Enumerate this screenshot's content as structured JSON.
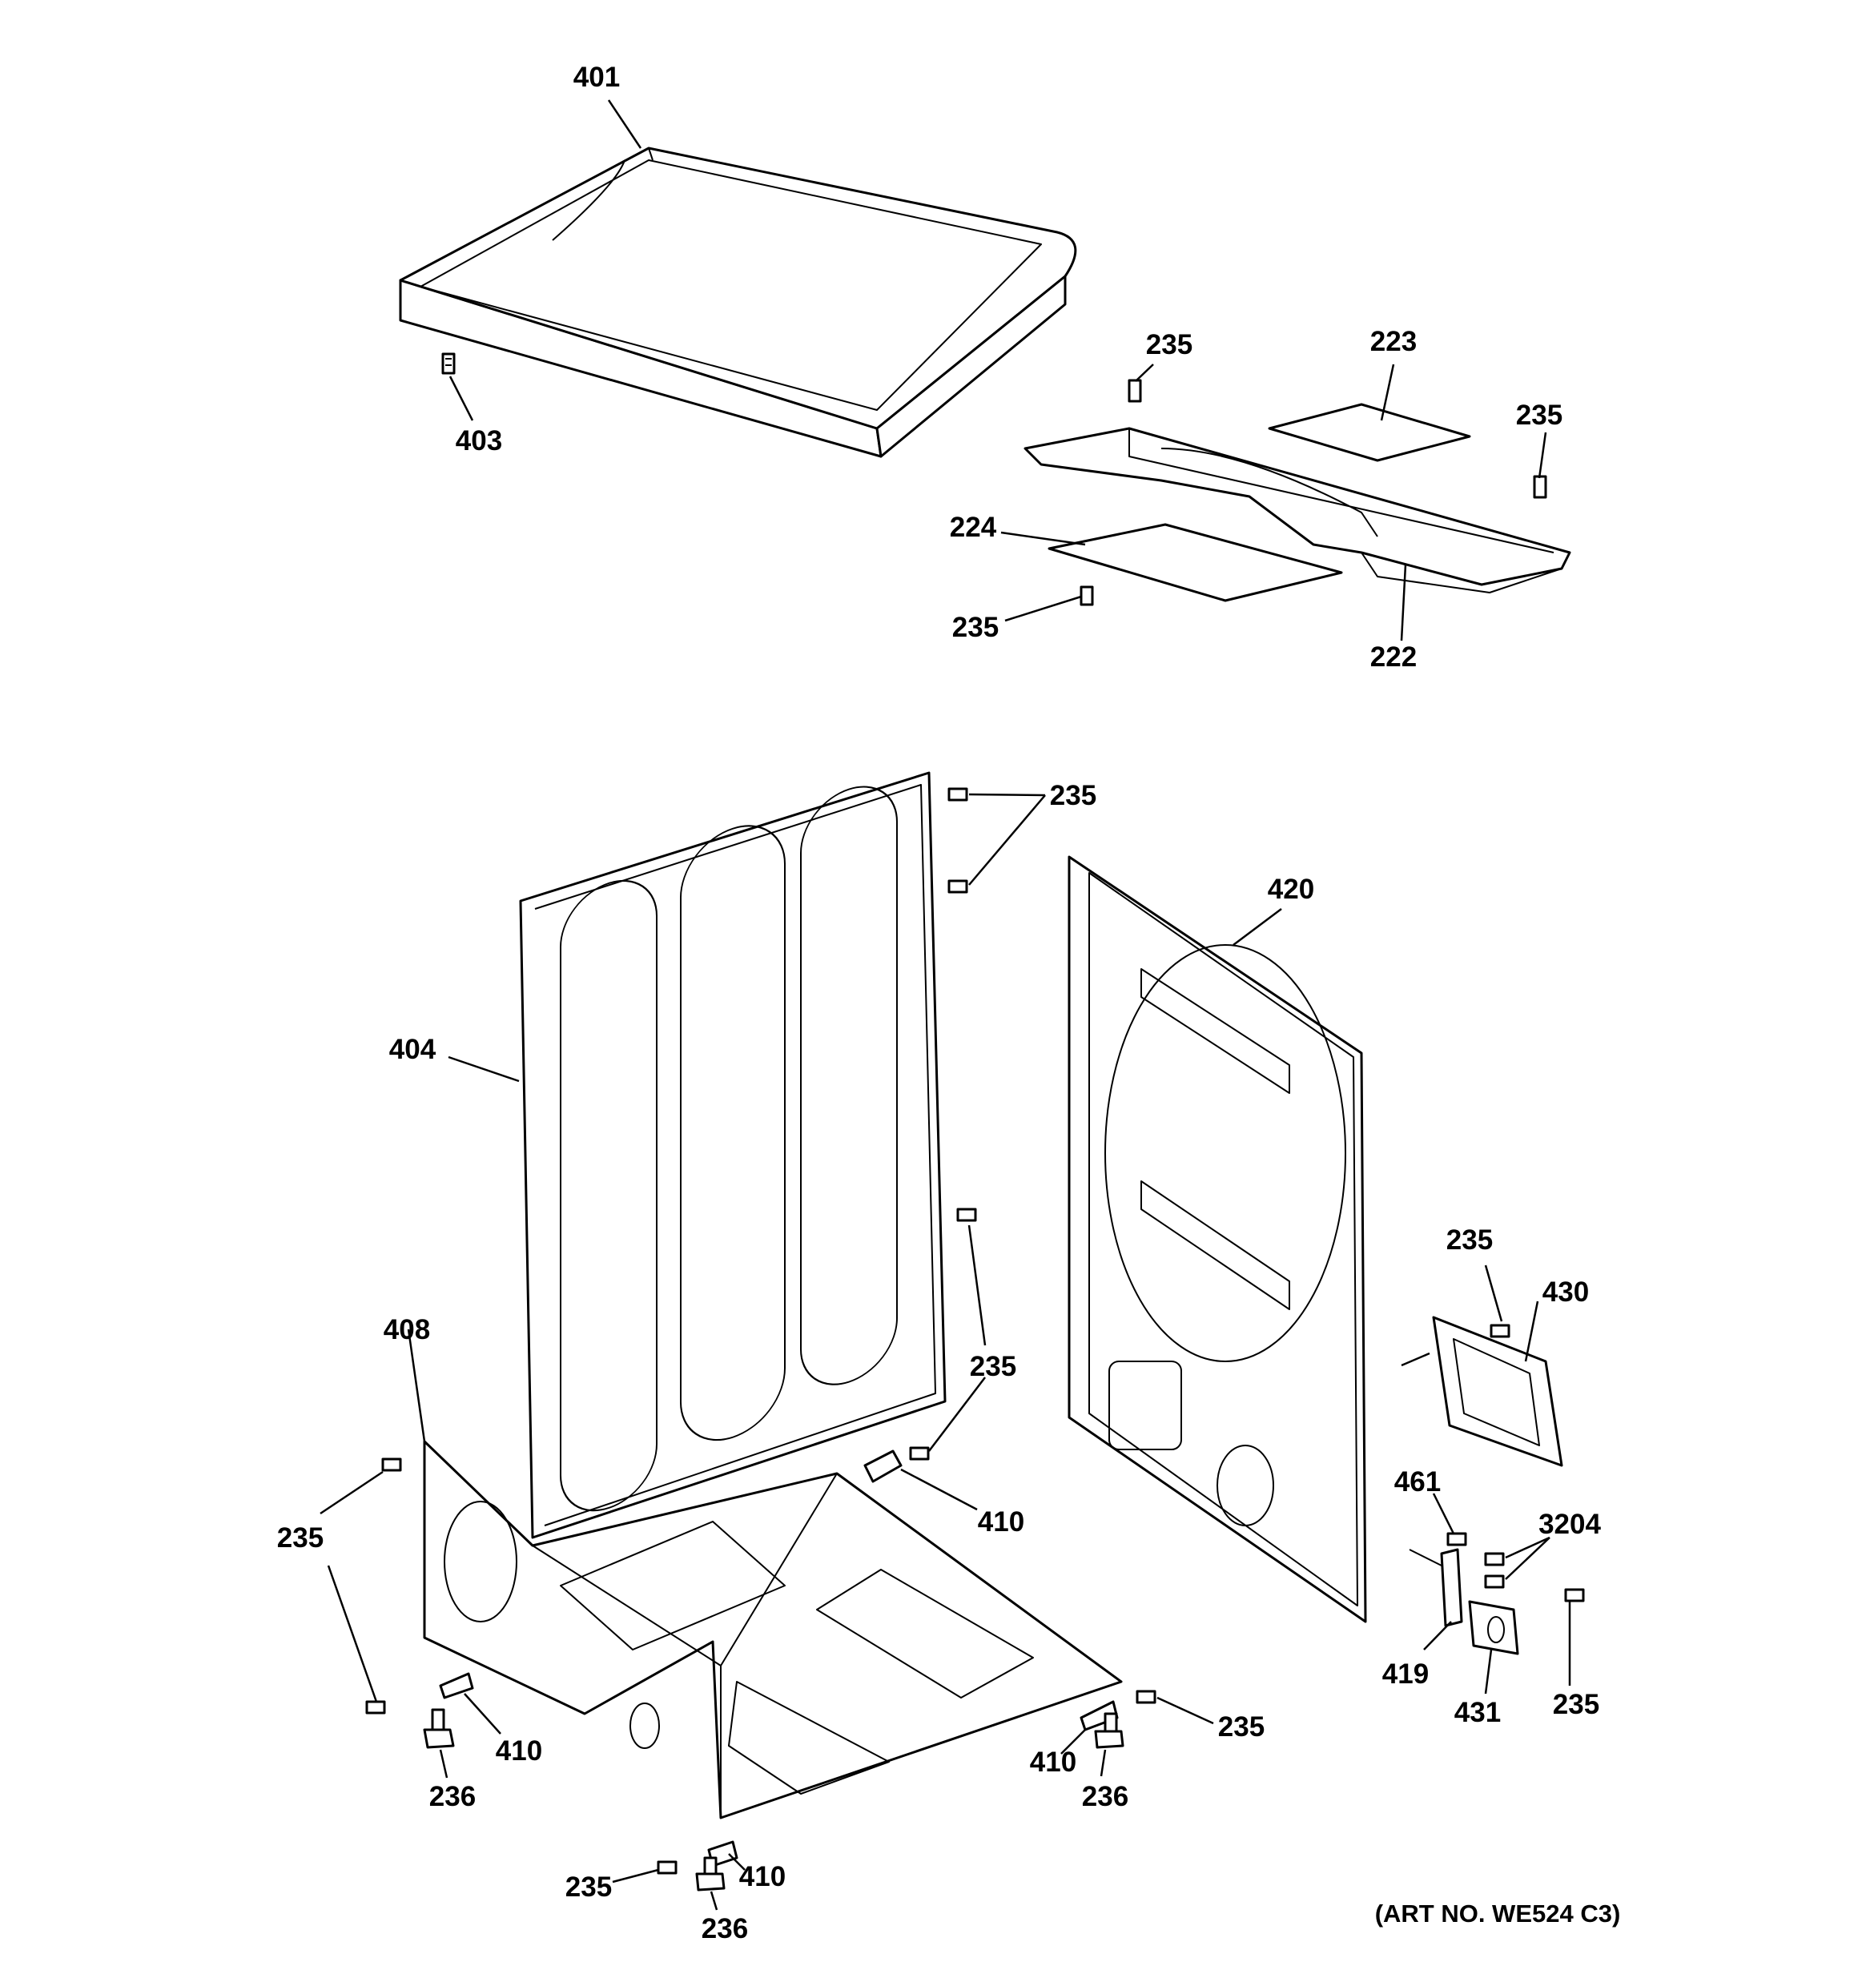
{
  "art_no": "(ART NO. WE524 C3)",
  "callouts": [
    {
      "id": "c401",
      "text": "401"
    },
    {
      "id": "c403",
      "text": "403"
    },
    {
      "id": "c235_a",
      "text": "235"
    },
    {
      "id": "c223",
      "text": "223"
    },
    {
      "id": "c235_b",
      "text": "235"
    },
    {
      "id": "c224",
      "text": "224"
    },
    {
      "id": "c235_c",
      "text": "235"
    },
    {
      "id": "c222",
      "text": "222"
    },
    {
      "id": "c235_d",
      "text": "235"
    },
    {
      "id": "c420",
      "text": "420"
    },
    {
      "id": "c404",
      "text": "404"
    },
    {
      "id": "c235_e",
      "text": "235"
    },
    {
      "id": "c408",
      "text": "408"
    },
    {
      "id": "c235_f",
      "text": "235"
    },
    {
      "id": "c410_a",
      "text": "410"
    },
    {
      "id": "c235_g",
      "text": "235"
    },
    {
      "id": "c430",
      "text": "430"
    },
    {
      "id": "c461",
      "text": "461"
    },
    {
      "id": "c3204",
      "text": "3204"
    },
    {
      "id": "c419",
      "text": "419"
    },
    {
      "id": "c235_h",
      "text": "235"
    },
    {
      "id": "c431",
      "text": "431"
    },
    {
      "id": "c235_i",
      "text": "235"
    },
    {
      "id": "c410_b",
      "text": "410"
    },
    {
      "id": "c236_a",
      "text": "236"
    },
    {
      "id": "c235_j",
      "text": "235"
    },
    {
      "id": "c410_c",
      "text": "410"
    },
    {
      "id": "c236_b",
      "text": "236"
    },
    {
      "id": "c235_k",
      "text": "235"
    },
    {
      "id": "c410_d",
      "text": "410"
    },
    {
      "id": "c236_c",
      "text": "236"
    }
  ]
}
